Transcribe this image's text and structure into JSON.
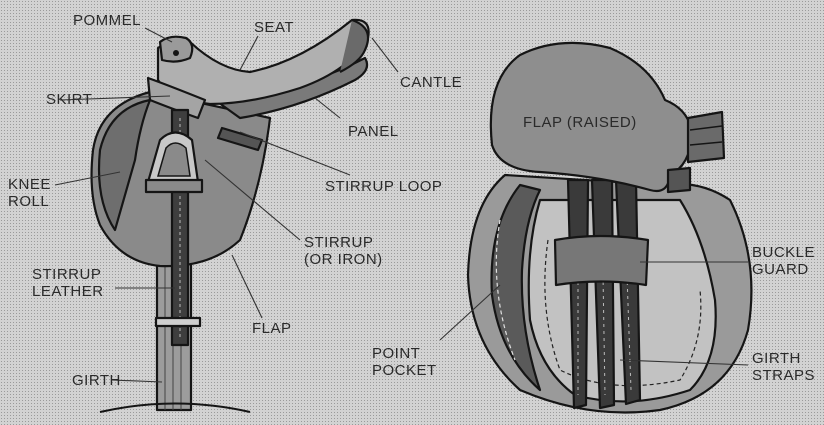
{
  "left_saddle": {
    "labels": {
      "pommel": "POMMEL",
      "seat": "SEAT",
      "cantle": "CANTLE",
      "skirt": "SKIRT",
      "panel": "PANEL",
      "knee_roll": [
        "KNEE",
        "ROLL"
      ],
      "stirrup_loop": "STIRRUP LOOP",
      "stirrup": [
        "STIRRUP",
        "(OR IRON)"
      ],
      "stirrup_leather": [
        "STIRRUP",
        "LEATHER"
      ],
      "flap": "FLAP",
      "girth": "GIRTH"
    }
  },
  "right_saddle": {
    "labels": {
      "flap_raised": "FLAP (RAISED)",
      "buckle_guard": [
        "BUCKLE",
        "GUARD"
      ],
      "point_pocket": [
        "POINT",
        "POCKET"
      ],
      "girth_straps": [
        "GIRTH",
        "STRAPS"
      ]
    }
  }
}
